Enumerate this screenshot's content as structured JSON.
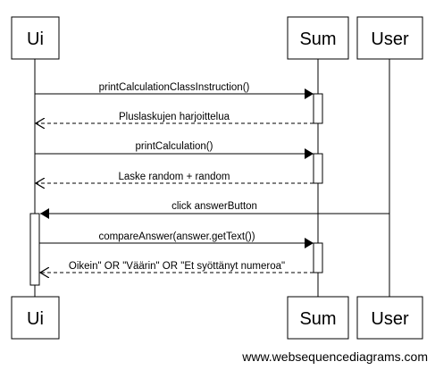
{
  "participants": {
    "ui": "Ui",
    "sum": "Sum",
    "user": "User"
  },
  "messages": [
    {
      "from": "ui",
      "to": "sum",
      "label": "printCalculationClassInstruction()",
      "style": "solid",
      "arrowhead": "filled"
    },
    {
      "from": "sum",
      "to": "ui",
      "label": "Pluslaskujen harjoittelua",
      "style": "dashed",
      "arrowhead": "open"
    },
    {
      "from": "ui",
      "to": "sum",
      "label": "printCalculation()",
      "style": "solid",
      "arrowhead": "filled"
    },
    {
      "from": "sum",
      "to": "ui",
      "label": "Laske random + random",
      "style": "dashed",
      "arrowhead": "open"
    },
    {
      "from": "user",
      "to": "ui",
      "label": "click answerButton",
      "style": "solid",
      "arrowhead": "filled"
    },
    {
      "from": "ui",
      "to": "sum",
      "label": "compareAnswer(answer.getText())",
      "style": "solid",
      "arrowhead": "filled"
    },
    {
      "from": "sum",
      "to": "ui",
      "label": "Oikein\" OR \"Väärin\" OR \"Et syöttänyt numeroa\"",
      "style": "dashed",
      "arrowhead": "open"
    }
  ],
  "watermark": "www.websequencediagrams.com"
}
